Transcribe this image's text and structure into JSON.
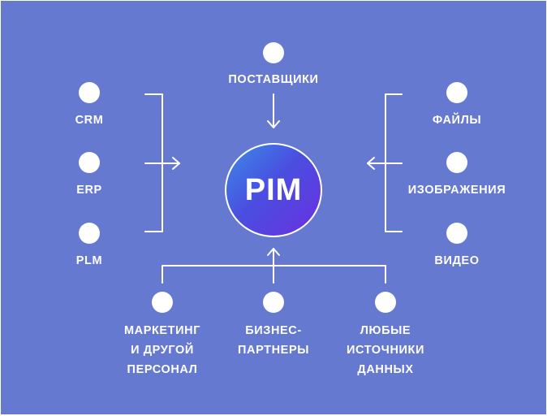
{
  "center": {
    "label": "PIM"
  },
  "top": {
    "label": "ПОСТАВЩИКИ"
  },
  "left": {
    "items": [
      {
        "label": "CRM"
      },
      {
        "label": "ERP"
      },
      {
        "label": "PLM"
      }
    ]
  },
  "right": {
    "items": [
      {
        "label": "ФАЙЛЫ"
      },
      {
        "label": "ИЗОБРАЖЕНИЯ"
      },
      {
        "label": "ВИДЕО"
      }
    ]
  },
  "bottom": {
    "items": [
      {
        "label": "МАРКЕТИНГ\nИ ДРУГОЙ\nПЕРСОНАЛ"
      },
      {
        "label": "БИЗНЕС-\nПАРТНЕРЫ"
      },
      {
        "label": "ЛЮБЫЕ\nИСТОЧНИКИ\nДАННЫХ"
      }
    ]
  },
  "colors": {
    "background": "#6679d1",
    "foreground": "#ffffff",
    "hub_gradient_start": "#3b8be8",
    "hub_gradient_end": "#6a2fe0"
  }
}
